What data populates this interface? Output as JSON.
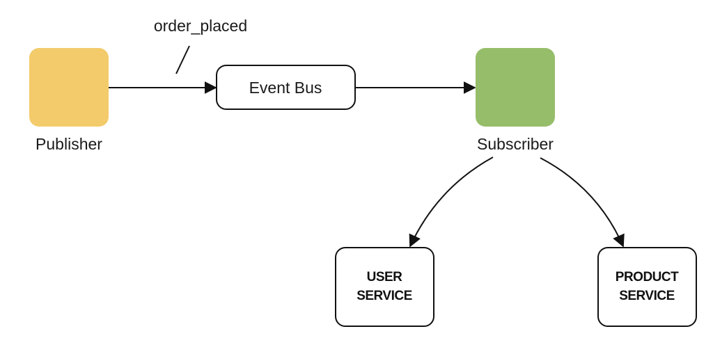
{
  "colors": {
    "publisher_fill": "#F3CB6B",
    "subscriber_fill": "#96BE6A",
    "line": "#111111"
  },
  "nodes": {
    "publisher": {
      "label": "Publisher"
    },
    "event_bus": {
      "label": "Event Bus"
    },
    "subscriber": {
      "label": "Subscriber"
    },
    "user_service": {
      "line1": "USER",
      "line2": "SERVICE"
    },
    "product_service": {
      "line1": "PRODUCT",
      "line2": "SERVICE"
    }
  },
  "edges": {
    "publish": {
      "label": "order_placed"
    }
  }
}
